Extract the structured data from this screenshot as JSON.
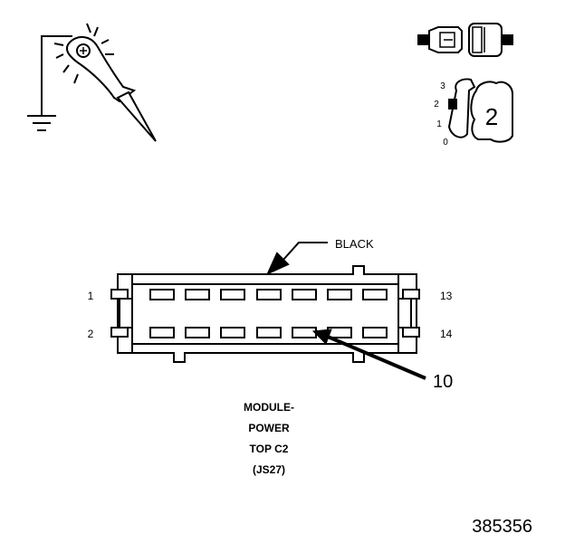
{
  "key_switch": {
    "positions": [
      "3",
      "2",
      "1",
      "0"
    ],
    "selected_position": "2"
  },
  "connector": {
    "color_label": "BLACK",
    "pin_top_left": "1",
    "pin_bottom_left": "2",
    "pin_top_right": "13",
    "pin_bottom_right": "14",
    "callout_pin": "10",
    "caption_line1": "MODULE-",
    "caption_line2": "POWER",
    "caption_line3": "TOP C2",
    "caption_line4": "(JS27)"
  },
  "figure_number": "385356",
  "colors": {
    "line": "#000000",
    "background": "#ffffff"
  }
}
